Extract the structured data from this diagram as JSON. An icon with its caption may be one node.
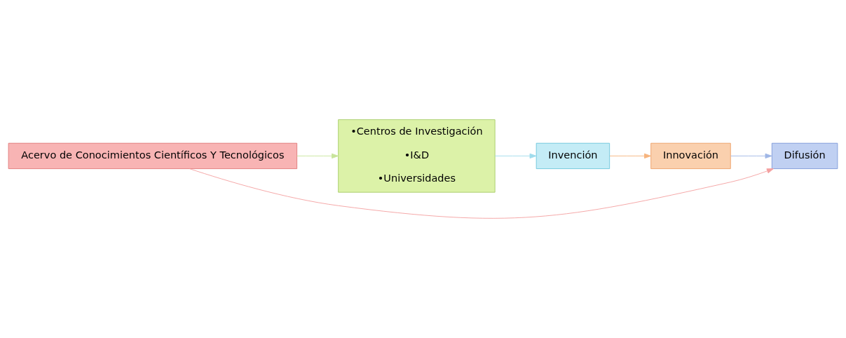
{
  "diagram": {
    "nodes": [
      {
        "text": [
          "Acervo de Conocimientos Científicos Y Tecnológicos"
        ]
      },
      {
        "text": [
          "•Centros de Investigación",
          "•I&D",
          "•Universidades"
        ]
      },
      {
        "text": [
          "Invención"
        ]
      },
      {
        "text": [
          "Innovación"
        ]
      },
      {
        "text": [
          "Difusión"
        ]
      }
    ],
    "edges": [
      {
        "from": 0,
        "to": 1,
        "arrow": "to",
        "color": "#c8e49a"
      },
      {
        "from": 1,
        "to": 2,
        "arrow": "to",
        "color": "#9fdcec"
      },
      {
        "from": 2,
        "to": 3,
        "arrow": "to",
        "color": "#f6b47e"
      },
      {
        "from": 3,
        "to": 4,
        "arrow": "to",
        "color": "#9fb6e6"
      },
      {
        "from": 0,
        "to": 4,
        "arrow": "to",
        "color": "#f4a0a0"
      }
    ]
  }
}
